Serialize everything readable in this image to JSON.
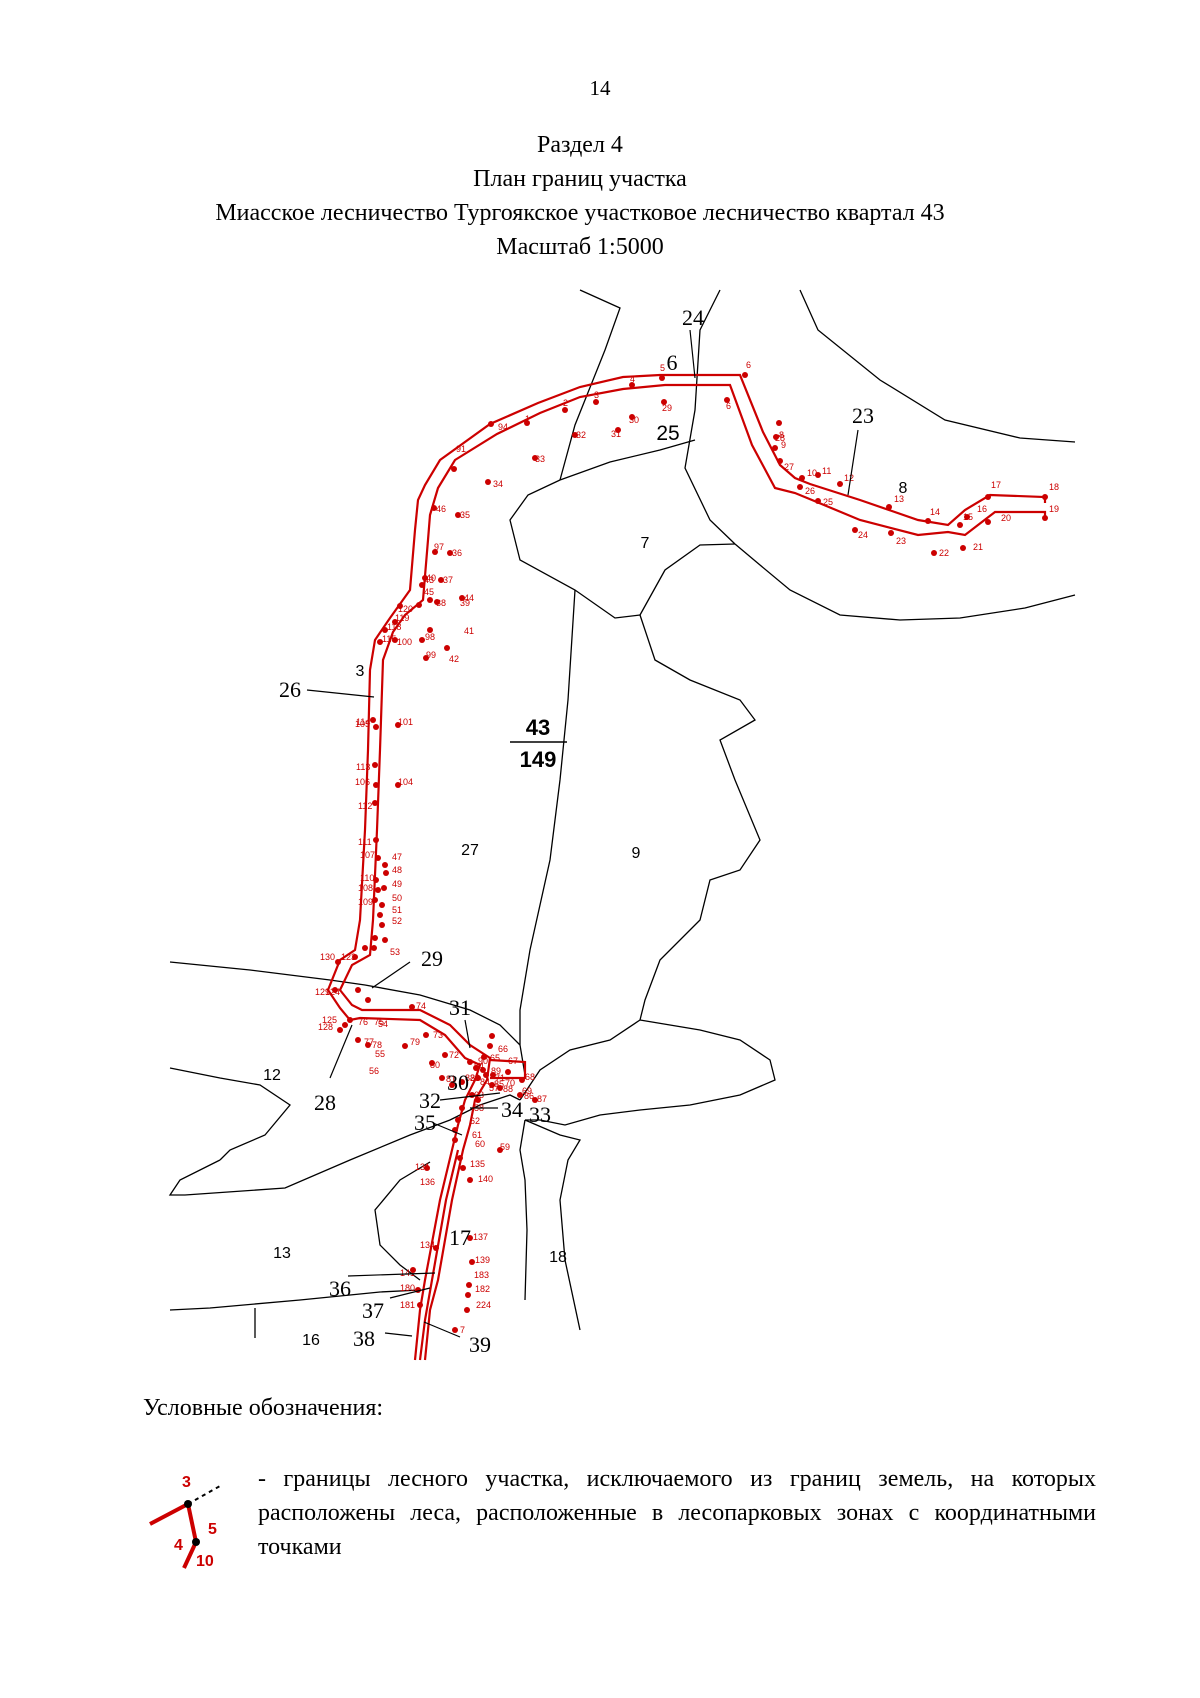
{
  "page": {
    "number": "14"
  },
  "header": {
    "section": "Раздел 4",
    "title": "План границ участка",
    "subtitle": "Миасское лесничество Тургоякское участковое лесничество квартал 43",
    "scale": "Масштаб 1:5000"
  },
  "map": {
    "colors": {
      "boundary": "#cc0000",
      "points": "#cc0000",
      "parcel_lines": "#000000",
      "text": "#000000"
    },
    "quarter_label": {
      "numerator": "43",
      "denominator": "149"
    },
    "sector_labels": [
      "25",
      "7",
      "8",
      "3",
      "27",
      "9",
      "12",
      "13",
      "18",
      "16"
    ],
    "callout_labels": [
      "24",
      "6",
      "23",
      "26",
      "29",
      "31",
      "30",
      "32",
      "34",
      "33",
      "35",
      "28",
      "17",
      "36",
      "37",
      "38",
      "39"
    ],
    "point_labels": [
      "1",
      "2",
      "3",
      "4",
      "5",
      "6",
      "6",
      "29",
      "30",
      "31",
      "32",
      "33",
      "34",
      "35",
      "36",
      "37",
      "38",
      "39",
      "40",
      "41",
      "42",
      "43",
      "44",
      "45",
      "46",
      "47",
      "48",
      "49",
      "50",
      "51",
      "52",
      "53",
      "54",
      "55",
      "56",
      "57",
      "58",
      "59",
      "60",
      "61",
      "62",
      "63",
      "64",
      "65",
      "66",
      "67",
      "68",
      "69",
      "70",
      "71",
      "72",
      "73",
      "74",
      "75",
      "76",
      "77",
      "78",
      "79",
      "80",
      "81",
      "82",
      "83",
      "84",
      "85",
      "86",
      "87",
      "88",
      "89",
      "90",
      "91",
      "94",
      "97",
      "98",
      "99",
      "100",
      "101",
      "104",
      "105",
      "106",
      "107",
      "108",
      "109",
      "110",
      "111",
      "112",
      "113",
      "114",
      "115",
      "118",
      "119",
      "120",
      "123",
      "124",
      "125",
      "128",
      "129",
      "130",
      "131",
      "134",
      "135",
      "136",
      "137",
      "139",
      "140",
      "141",
      "180",
      "181",
      "182",
      "183",
      "224",
      "7",
      "8",
      "9",
      "10",
      "11",
      "12",
      "13",
      "14",
      "15",
      "16",
      "17",
      "18",
      "19",
      "20",
      "21",
      "22",
      "23",
      "24",
      "25",
      "26",
      "27",
      "28"
    ]
  },
  "legend": {
    "title": "Условные обозначения:",
    "symbol_labels": [
      "3",
      "5",
      "4",
      "10"
    ],
    "item_text": "- границы лесного участка, исключаемого из границ земель, на которых расположены леса, расположенные в лесопарковых зонах с координатными точками"
  }
}
